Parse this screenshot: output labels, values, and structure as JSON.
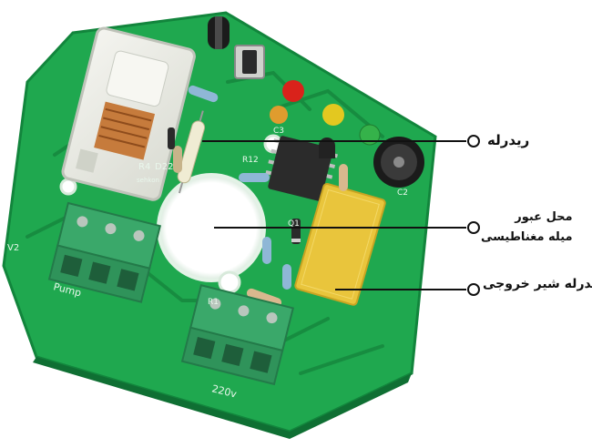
{
  "image": {
    "description_labels": {
      "board": "green-pcb",
      "relay_icon": "relay-icon",
      "reed_icon": "reed-switch-icon"
    },
    "callouts": [
      {
        "id": "reed",
        "lines": [
          "ریدرله"
        ]
      },
      {
        "id": "passage",
        "lines": [
          "محل عبور",
          "میله مغناطیسی"
        ]
      },
      {
        "id": "valve",
        "lines": [
          "ریدرله شیر خروجی"
        ]
      }
    ],
    "silkscreen": {
      "pump": "Pump",
      "v220": "220v",
      "v2": "V2",
      "r4": "R4",
      "d22": "D22",
      "r12": "R12",
      "r1": "R1",
      "c2": "C2",
      "c3": "C3",
      "q1": "Q1",
      "maker": "sehkon"
    },
    "colors": {
      "pcb": "#1fa84f",
      "pcb_dark": "#178c40",
      "terminal": "#3aa86a",
      "relay_body": "#e9c53c",
      "led_red": "#d9221b",
      "led_yellow": "#e3c820",
      "led_green": "#35b24a",
      "leader": "#111111"
    }
  }
}
